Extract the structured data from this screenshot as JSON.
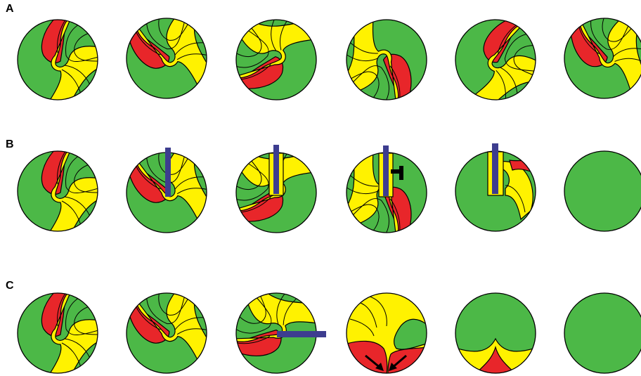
{
  "panels": {
    "a": {
      "label": "A"
    },
    "b": {
      "label": "B"
    },
    "c": {
      "label": "C"
    }
  },
  "colors": {
    "excitable": "#4cb847",
    "refractory": "#e8262a",
    "recovering": "#fff200",
    "stimulus_bar": "#3d3d8f",
    "outline": "#000000"
  }
}
